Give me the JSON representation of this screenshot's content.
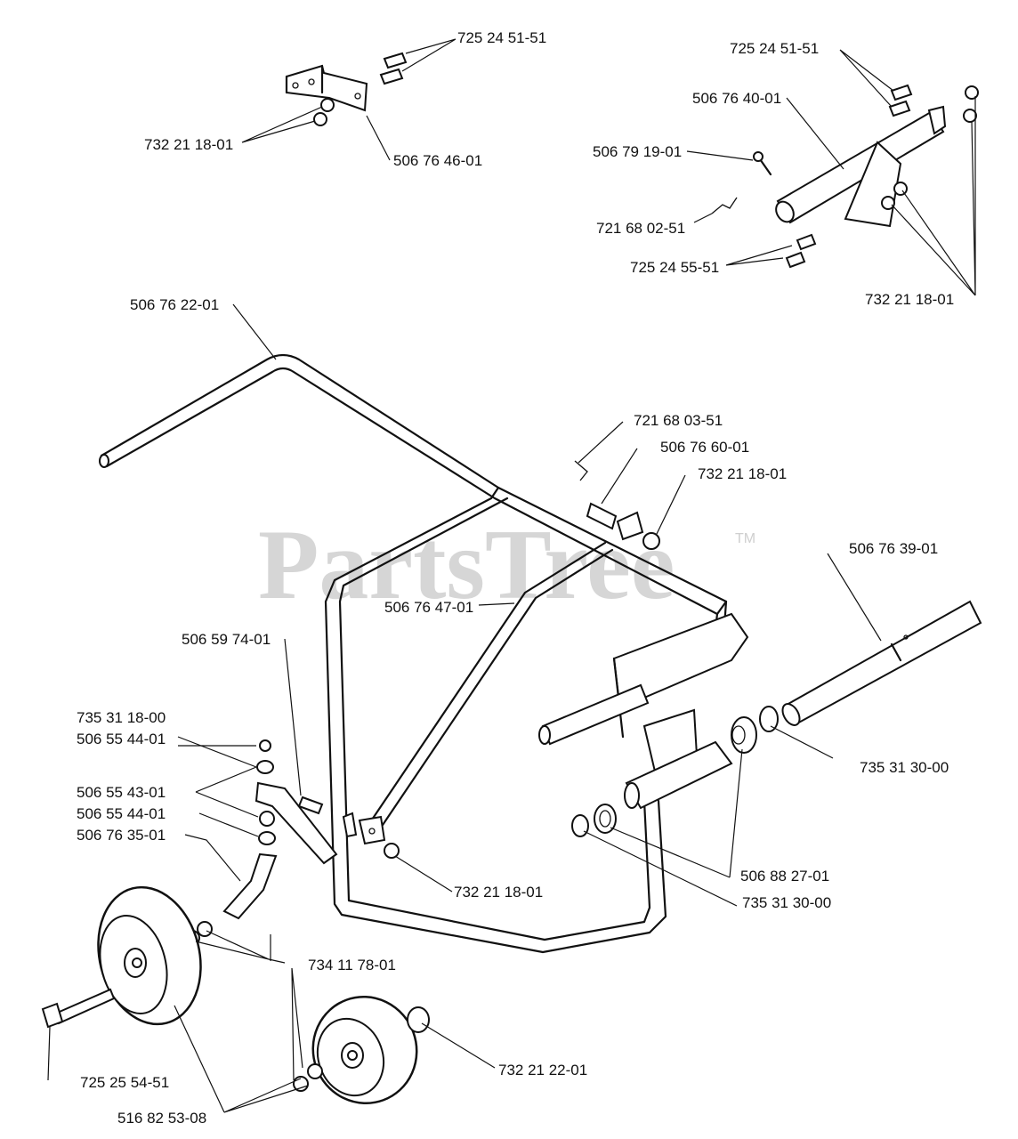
{
  "watermark": {
    "text": "PartsTree",
    "trademark": "TM"
  },
  "labels": {
    "l01": "725 24 51-51",
    "l02": "732 21 18-01",
    "l03": "506 76 46-01",
    "l04": "725 24 51-51",
    "l05": "506 76 40-01",
    "l06": "506 79 19-01",
    "l07": "721 68 02-51",
    "l08": "725 24 55-51",
    "l09": "732 21 18-01",
    "l10": "506 76 22-01",
    "l11": "721 68 03-51",
    "l12": "506 76 60-01",
    "l13": "732 21 18-01",
    "l14": "506 76 39-01",
    "l15": "506 76 47-01",
    "l16": "506 59 74-01",
    "l17": "735 31 18-00",
    "l18": "506 55 44-01",
    "l19": "506 55 43-01",
    "l20": "506 55 44-01",
    "l21": "506 76 35-01",
    "l22": "735 31 30-00",
    "l23": "732 21 18-01",
    "l24": "506 88 27-01",
    "l25": "735 31 30-00",
    "l26": "734 11 78-01",
    "l27": "732 21 22-01",
    "l28": "725 25 54-51",
    "l29": "516 82 53-08"
  }
}
